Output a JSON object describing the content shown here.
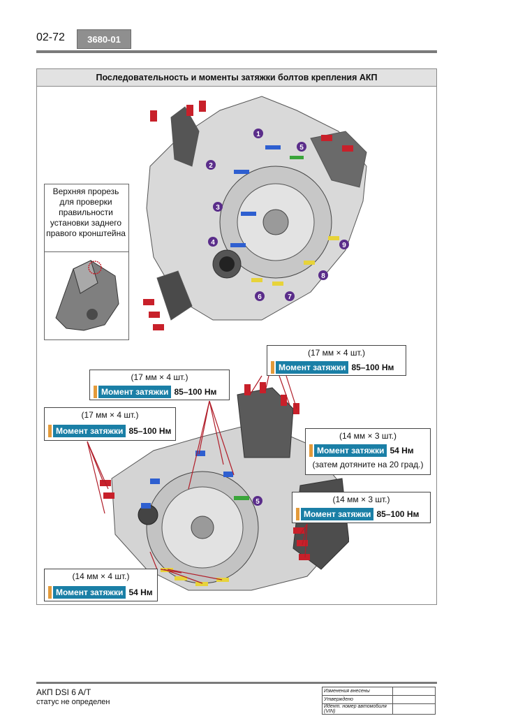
{
  "header": {
    "page_number": "02-72",
    "section_code": "3680-01"
  },
  "frame": {
    "title": "Последовательность и моменты затяжки болтов крепления АКП",
    "note": "Верхняя прорезь для проверки правильности установки заднего правого кронштейна"
  },
  "callouts": [
    "1",
    "2",
    "3",
    "4",
    "5",
    "6",
    "7",
    "8",
    "9"
  ],
  "specs": [
    {
      "count": "(17 мм × 4 шт.)",
      "label": "Момент затяжки",
      "value": "85–100 Нм"
    },
    {
      "count": "(17 мм × 4 шт.)",
      "label": "Момент затяжки",
      "value": "85–100 Нм"
    },
    {
      "count": "(17 мм × 4 шт.)",
      "label": "Момент затяжки",
      "value": "85–100 Нм"
    },
    {
      "count": "(14 мм × 3 шт.)",
      "label": "Момент затяжки",
      "value": "54 Нм",
      "extra": "(затем дотяните на 20 град.)"
    },
    {
      "count": "(14 мм × 3 шт.)",
      "label": "Момент затяжки",
      "value": "85–100 Нм"
    },
    {
      "count": "(14 мм × 4 шт.)",
      "label": "Момент затяжки",
      "value": "54 Нм"
    }
  ],
  "lower_callout": "5",
  "colors": {
    "callout": "#5a2d8a",
    "torque_label": "#1a7fa6",
    "accent_bar": "#e39a3a",
    "bolt_red": "#c8202a",
    "bolt_yellow": "#e7d33a",
    "bolt_blue": "#2e5fd0"
  },
  "footer": {
    "title": "АКП DSI 6 A/T",
    "status": "статус не определен",
    "sign_rows": [
      "Изменения внесены",
      "Утверждено",
      "Идент. номер автомобиля (VIN)"
    ]
  }
}
